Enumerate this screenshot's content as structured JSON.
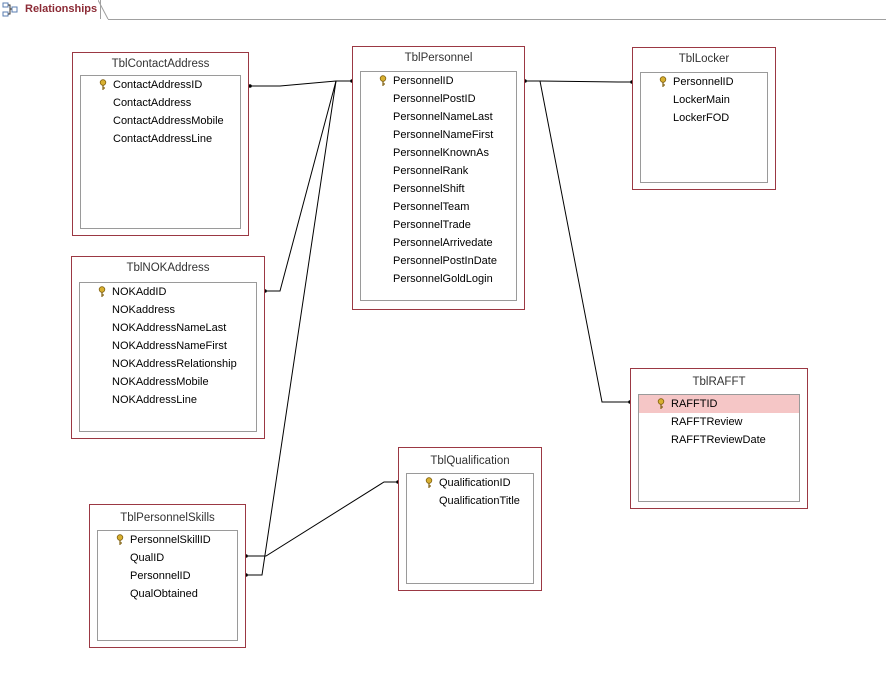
{
  "tab": {
    "label": "Relationships",
    "icon": "relationships-icon"
  },
  "colors": {
    "table_border": "#9b3843",
    "tab_text": "#8c2b36",
    "selected_row": "#f5c6c6"
  },
  "tables": {
    "contact_address": {
      "title": "TblContactAddress",
      "fields": [
        "ContactAddressID",
        "ContactAddress",
        "ContactAddressMobile",
        "ContactAddressLine"
      ]
    },
    "personnel": {
      "title": "TblPersonnel",
      "fields": [
        "PersonnelID",
        "PersonnelPostID",
        "PersonnelNameLast",
        "PersonnelNameFirst",
        "PersonnelKnownAs",
        "PersonnelRank",
        "PersonnelShift",
        "PersonnelTeam",
        "PersonnelTrade",
        "PersonnelArrivedate",
        "PersonnelPostInDate",
        "PersonnelGoldLogin"
      ]
    },
    "locker": {
      "title": "TblLocker",
      "fields": [
        "PersonnelID",
        "LockerMain",
        "LockerFOD"
      ]
    },
    "nok_address": {
      "title": "TblNOKAddress",
      "fields": [
        "NOKAddID",
        "NOKaddress",
        "NOKAddressNameLast",
        "NOKAddressNameFirst",
        "NOKAddressRelationship",
        "NOKAddressMobile",
        "NOKAddressLine"
      ]
    },
    "rafft": {
      "title": "TblRAFFT",
      "fields": [
        "RAFFTID",
        "RAFFTReview",
        "RAFFTReviewDate"
      ]
    },
    "qualification": {
      "title": "TblQualification",
      "fields": [
        "QualificationID",
        "QualificationTitle"
      ]
    },
    "personnel_skills": {
      "title": "TblPersonnelSkills",
      "fields": [
        "PersonnelSkillID",
        "QualID",
        "PersonnelID",
        "QualObtained"
      ]
    }
  }
}
